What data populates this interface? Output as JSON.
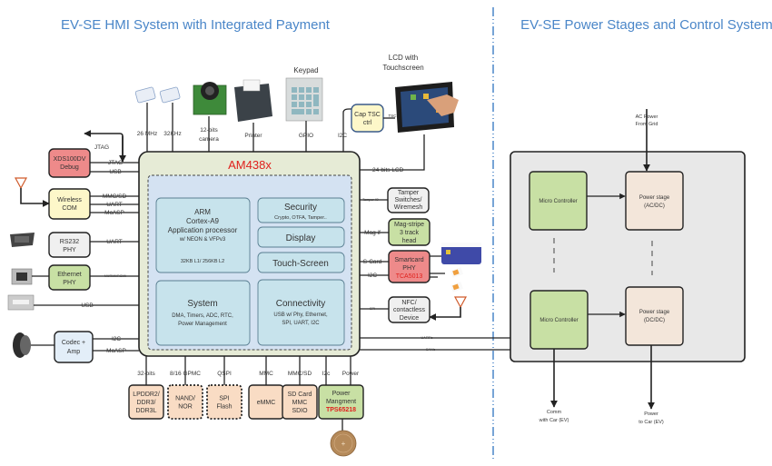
{
  "titles": {
    "left": "EV-SE HMI System with Integrated Payment",
    "right": "EV-SE Power Stages and Control System"
  },
  "colors": {
    "title": "#4a86c8",
    "soc_outer": "#e6ebd6",
    "soc_inner": "#d4e2f2",
    "block_blue": "#c7e3ec",
    "red_box": "#ee8a8a",
    "yellow_box": "#fdf7c9",
    "green_box": "#c8e0a4",
    "gray_box": "#f0f0f0",
    "peach_box": "#f9dcc4",
    "light_blue_box": "#e3eef8",
    "power_stage": "#f3e6da",
    "control_panel": "#e8e8e8",
    "part_number_red": "#e0201c",
    "divider": "#4a86c8"
  },
  "soc": {
    "name": "AM438x",
    "blocks": {
      "arm": {
        "lines": [
          "ARM",
          "Cortex-A9",
          "Application processor",
          "w/ NEON & VFPv3"
        ],
        "cache": "32KB L1/ 256KB L2"
      },
      "security": {
        "title": "Security",
        "sub": "Crypto, OTFA, Tamper.."
      },
      "display": {
        "title": "Display"
      },
      "touch": {
        "title": "Touch-Screen"
      },
      "system": {
        "title": "System",
        "lines": [
          "DMA, Timers, ADC, RTC,",
          "Power Management"
        ]
      },
      "connectivity": {
        "title": "Connectivity",
        "lines": [
          "USB w/ Phy, Ethernet,",
          "SPI, UART, I2C"
        ]
      }
    }
  },
  "top_peripherals": {
    "crystal_26": "26 MHz",
    "crystal_32": "32KHz",
    "camera": [
      "12-bits",
      "camera"
    ],
    "printer": "Printer",
    "keypad_title": "Keypad",
    "keypad_bus": "GPIO",
    "i2c": "I2C",
    "cap_tsc": [
      "Cap TSC",
      "ctrl"
    ],
    "tsc": "TSC",
    "lcd_title": [
      "LCD with",
      "Touchscreen"
    ],
    "lcd_bus": "24-bits LCD"
  },
  "left_peripherals": {
    "jtag_ext": "JTAG",
    "debug": {
      "lines": [
        "XDS100DV",
        "Debug"
      ],
      "buses": [
        "JTAG",
        "USB"
      ]
    },
    "wireless": {
      "lines": [
        "Wireless",
        "COM"
      ],
      "buses": [
        "MMC/SD",
        "UART",
        "McASP"
      ]
    },
    "rs232": {
      "lines": [
        "RS232",
        "PHY"
      ],
      "buses": [
        "UART"
      ]
    },
    "ethernet": {
      "lines": [
        "Ethernet",
        "PHY"
      ],
      "buses": [
        "MII/RMII/RGMII"
      ]
    },
    "usb": {
      "bus": "USB"
    },
    "codec": {
      "lines": [
        "Codec +",
        "Amp"
      ],
      "buses": [
        "I2C",
        "McASP"
      ]
    }
  },
  "right_peripherals": {
    "tamper": {
      "lines": [
        "Tamper",
        "Switches/",
        "Wiremesh"
      ],
      "bus": "Tamper IO"
    },
    "magstripe": {
      "lines": [
        "Mag-stripe",
        "3 track",
        "head"
      ],
      "bus": "Mag if"
    },
    "smartcard": {
      "lines": [
        "Smartcard",
        "PHY"
      ],
      "part": "TCA5013",
      "buses": [
        "S-Card",
        "I2C"
      ]
    },
    "nfc": {
      "lines": [
        "NFC/",
        "contactless",
        "Device"
      ],
      "bus": "SPI"
    },
    "uarts": "UART's",
    "cans": "CAN's"
  },
  "bottom_peripherals": [
    {
      "bus": "32-bits",
      "lines": [
        "LPDDR2/",
        "DDR3/",
        "DDR3L"
      ],
      "style": "solid"
    },
    {
      "bus": "8/16 GPMC",
      "lines": [
        "NAND/",
        "NOR"
      ],
      "style": "dotted"
    },
    {
      "bus": "QSPI",
      "lines": [
        "SPI",
        "Flash"
      ],
      "style": "dotted"
    },
    {
      "bus": "MMC",
      "lines": [
        "eMMC"
      ],
      "style": "solid"
    },
    {
      "bus": "MMC/SD",
      "lines": [
        "SD Card",
        "MMC",
        "SDIO"
      ],
      "style": "solid"
    }
  ],
  "power_mgmt": {
    "buses": [
      "I2c",
      "Power"
    ],
    "lines": [
      "Power",
      "Mangment"
    ],
    "part": "TPS65218"
  },
  "power_system": {
    "ac_input": [
      "AC Power",
      "From Grid"
    ],
    "mcu_top": "Micro Controller",
    "mcu_bottom": "Micro Controller",
    "stage_top": [
      "Power stage",
      "(AC/DC)"
    ],
    "stage_bottom": [
      "Power stage",
      "(DC/DC)"
    ],
    "comm_out": [
      "Comm",
      "with Car (EV)"
    ],
    "power_out": [
      "Power",
      "to Car (EV)"
    ]
  }
}
